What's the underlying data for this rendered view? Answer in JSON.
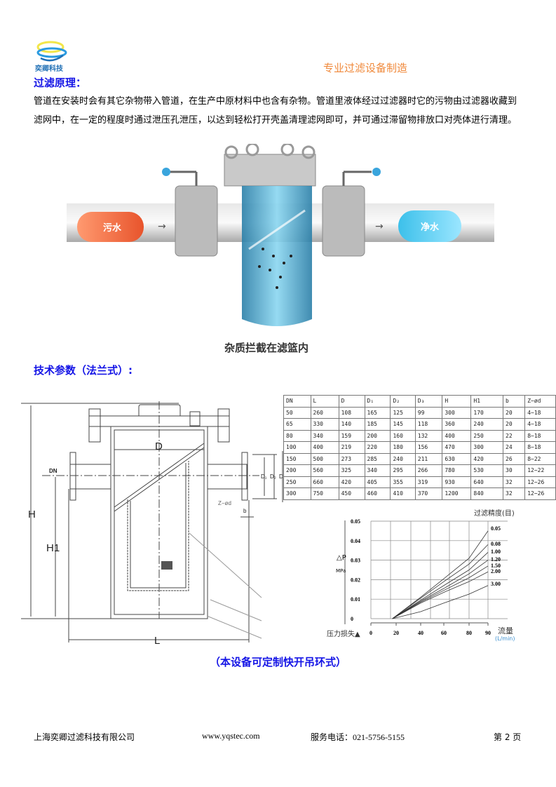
{
  "header": {
    "logo_text": "奕卿科技",
    "slogan": "专业过滤设备制造"
  },
  "principle": {
    "title": "过滤原理：",
    "body": "管道在安装时会有其它杂物带入管道，在生产中原材料中也含有杂物。管道里液体经过过滤器时它的污物由过滤器收藏到滤网中，在一定的程度时通过泄压孔泄压，以达到轻松打开壳盖清理滤网即可，并可通过滞留物排放口对壳体进行清理。"
  },
  "photo": {
    "dirty_label": "污水",
    "clean_label": "净水",
    "caption": "杂质拦截在滤篮内",
    "dirty_color": "#e8542c",
    "clean_color": "#3cc0ea"
  },
  "specs": {
    "title": "技术参数（法兰式）:",
    "drawing_labels": {
      "H": "H",
      "H1": "H1",
      "D": "D",
      "L": "L",
      "DN": "DN",
      "D1": "D₁",
      "D2": "D₂",
      "D_flange": "D",
      "Zd": "Z−ød",
      "b": "b"
    },
    "table": {
      "headers": [
        "DN",
        "L",
        "D",
        "D₁",
        "D₂",
        "D₃",
        "H",
        "H1",
        "b",
        "Z−ød"
      ],
      "rows": [
        [
          "50",
          "260",
          "108",
          "165",
          "125",
          "99",
          "300",
          "170",
          "20",
          "4−18"
        ],
        [
          "65",
          "330",
          "140",
          "185",
          "145",
          "118",
          "360",
          "240",
          "20",
          "4−18"
        ],
        [
          "80",
          "340",
          "159",
          "200",
          "160",
          "132",
          "400",
          "250",
          "22",
          "8−18"
        ],
        [
          "100",
          "400",
          "219",
          "220",
          "180",
          "156",
          "470",
          "300",
          "24",
          "8−18"
        ],
        [
          "150",
          "500",
          "273",
          "285",
          "240",
          "211",
          "630",
          "420",
          "26",
          "8−22"
        ],
        [
          "200",
          "560",
          "325",
          "340",
          "295",
          "266",
          "780",
          "530",
          "30",
          "12−22"
        ],
        [
          "250",
          "660",
          "420",
          "405",
          "355",
          "319",
          "930",
          "640",
          "32",
          "12−26"
        ],
        [
          "300",
          "750",
          "450",
          "460",
          "410",
          "370",
          "1200",
          "840",
          "32",
          "12−26"
        ]
      ]
    },
    "custom_note": "（本设备可定制快开吊环式）"
  },
  "chart_data": {
    "type": "line",
    "title": "",
    "legend_title": "过滤精度(目)",
    "ylabel": "△P",
    "yunit": "MPa",
    "ylabel_bottom": "压力损失▲",
    "xlabel": "流量",
    "xunit": "(L/min)",
    "xticks": [
      0,
      20,
      40,
      60,
      80,
      90
    ],
    "yticks": [
      0,
      0.01,
      0.02,
      0.03,
      0.04,
      0.05
    ],
    "ytick_labels": [
      "0",
      "0.01",
      "0.02",
      "0.03",
      "0.04",
      "0.05"
    ],
    "ylim": [
      0,
      0.05
    ],
    "grid": true,
    "x": [
      17,
      40,
      60,
      80,
      90
    ],
    "series": [
      {
        "name": "0.05",
        "values": [
          0,
          0.011,
          0.0205,
          0.031,
          0.045
        ]
      },
      {
        "name": "0.08",
        "values": [
          0,
          0.0105,
          0.019,
          0.028,
          0.038
        ]
      },
      {
        "name": "1.00",
        "values": [
          0,
          0.0095,
          0.017,
          0.025,
          0.034
        ]
      },
      {
        "name": "1.20",
        "values": [
          0,
          0.009,
          0.0155,
          0.023,
          0.03
        ]
      },
      {
        "name": "1.50",
        "values": [
          0,
          0.0085,
          0.0145,
          0.021,
          0.027
        ]
      },
      {
        "name": "2.00",
        "values": [
          0,
          0.008,
          0.0135,
          0.019,
          0.024
        ]
      },
      {
        "name": "3.00",
        "values": [
          0,
          0.0036,
          0.008,
          0.0126,
          0.017
        ]
      }
    ]
  },
  "footer": {
    "company": "上海奕卿过滤科技有限公司",
    "website": "www.yqstec.com",
    "phone_label": "服务电话：",
    "phone": "021-5756-5155",
    "page_label": "第 2 页"
  }
}
